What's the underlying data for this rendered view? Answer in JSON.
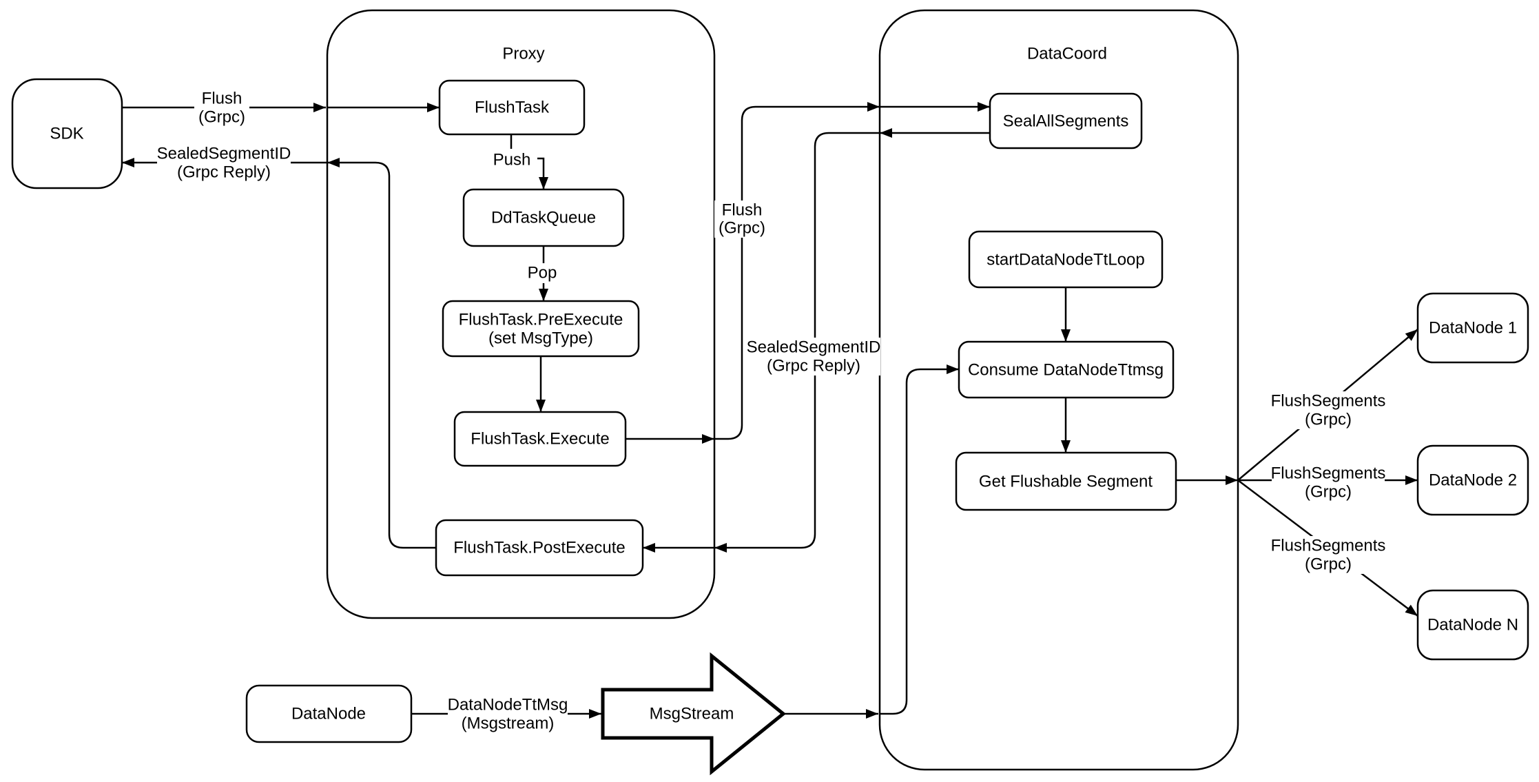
{
  "containers": {
    "proxy": "Proxy",
    "datacoord": "DataCoord"
  },
  "nodes": {
    "sdk": "SDK",
    "flush_task": "FlushTask",
    "dd_task_queue": "DdTaskQueue",
    "pre_execute_line1": "FlushTask.PreExecute",
    "pre_execute_line2": "(set MsgType)",
    "execute": "FlushTask.Execute",
    "post_execute": "FlushTask.PostExecute",
    "seal_all_segments": "SealAllSegments",
    "start_datanode_tt_loop": "startDataNodeTtLoop",
    "consume_datanode_ttmsg": "Consume DataNodeTtmsg",
    "get_flushable_segment": "Get Flushable Segment",
    "datanode_1": "DataNode 1",
    "datanode_2": "DataNode 2",
    "datanode_n": "DataNode N",
    "datanode": "DataNode",
    "msgstream": "MsgStream"
  },
  "edge_labels": {
    "sdk_flush": {
      "line1": "Flush",
      "line2": "(Grpc)"
    },
    "sdk_reply": {
      "line1": "SealedSegmentID",
      "line2": "(Grpc Reply)"
    },
    "push": "Push",
    "pop": "Pop",
    "proxy_flush": {
      "line1": "Flush",
      "line2": "(Grpc)"
    },
    "dc_reply": {
      "line1": "SealedSegmentID",
      "line2": "(Grpc Reply)"
    },
    "flush_segments_1": {
      "line1": "FlushSegments",
      "line2": "(Grpc)"
    },
    "flush_segments_2": {
      "line1": "FlushSegments",
      "line2": "(Grpc)"
    },
    "flush_segments_3": {
      "line1": "FlushSegments",
      "line2": "(Grpc)"
    },
    "datanode_ttmsg": {
      "line1": "DataNodeTtMsg",
      "line2": "(Msgstream)"
    }
  },
  "colors": {
    "stroke": "#000000",
    "node_fill": "#ffffff",
    "background": "#ffffff",
    "text": "#000000"
  }
}
